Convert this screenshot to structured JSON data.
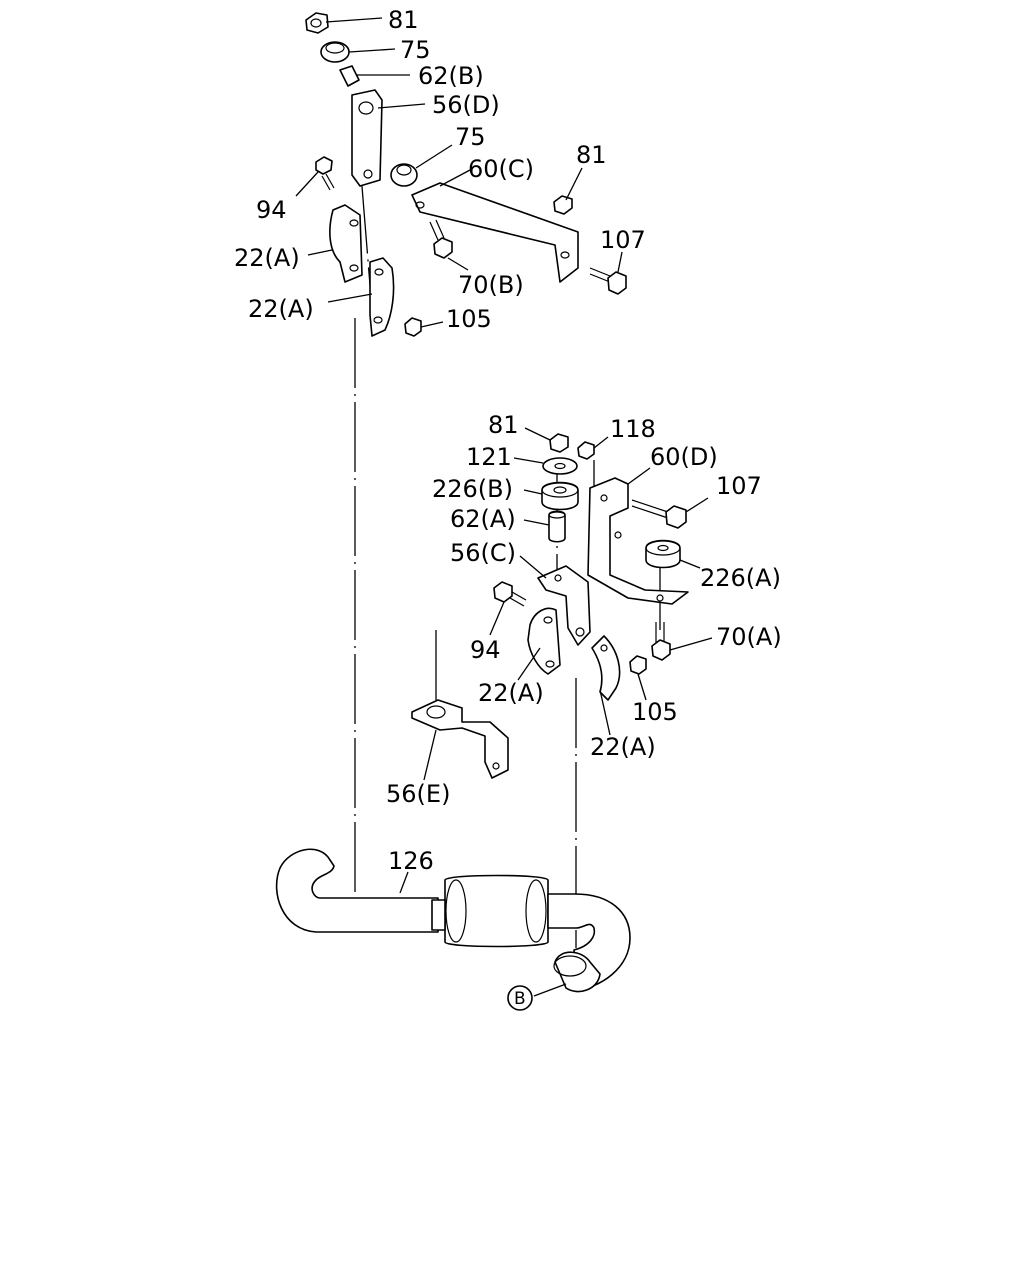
{
  "labels": {
    "l81a": "81",
    "l75a": "75",
    "l62b": "62(B)",
    "l56d": "56(D)",
    "l75b": "75",
    "l60c": "60(C)",
    "l81b": "81",
    "l94a": "94",
    "l107a": "107",
    "l22a1": "22(A)",
    "l70b": "70(B)",
    "l22a2": "22(A)",
    "l105a": "105",
    "l81c": "81",
    "l118": "118",
    "l121": "121",
    "l60d": "60(D)",
    "l226b": "226(B)",
    "l107b": "107",
    "l62a": "62(A)",
    "l56c": "56(C)",
    "l226a": "226(A)",
    "l94b": "94",
    "l70a": "70(A)",
    "l22a3": "22(A)",
    "l105b": "105",
    "l22a4": "22(A)",
    "l56e": "56(E)",
    "l126": "126",
    "callout_b": "B"
  }
}
